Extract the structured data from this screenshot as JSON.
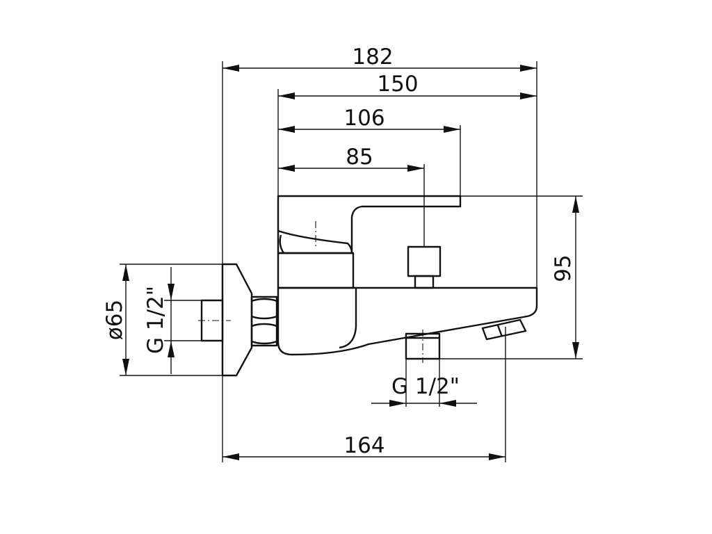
{
  "dimensions": {
    "overall_length": "182",
    "body_length": "150",
    "lever_length": "106",
    "outlet_distance": "85",
    "height": "95",
    "wall_connection_length": "164",
    "flange_diameter": "ø65",
    "wall_thread": "G 1/2\"",
    "outlet_thread": "G 1/2\""
  }
}
